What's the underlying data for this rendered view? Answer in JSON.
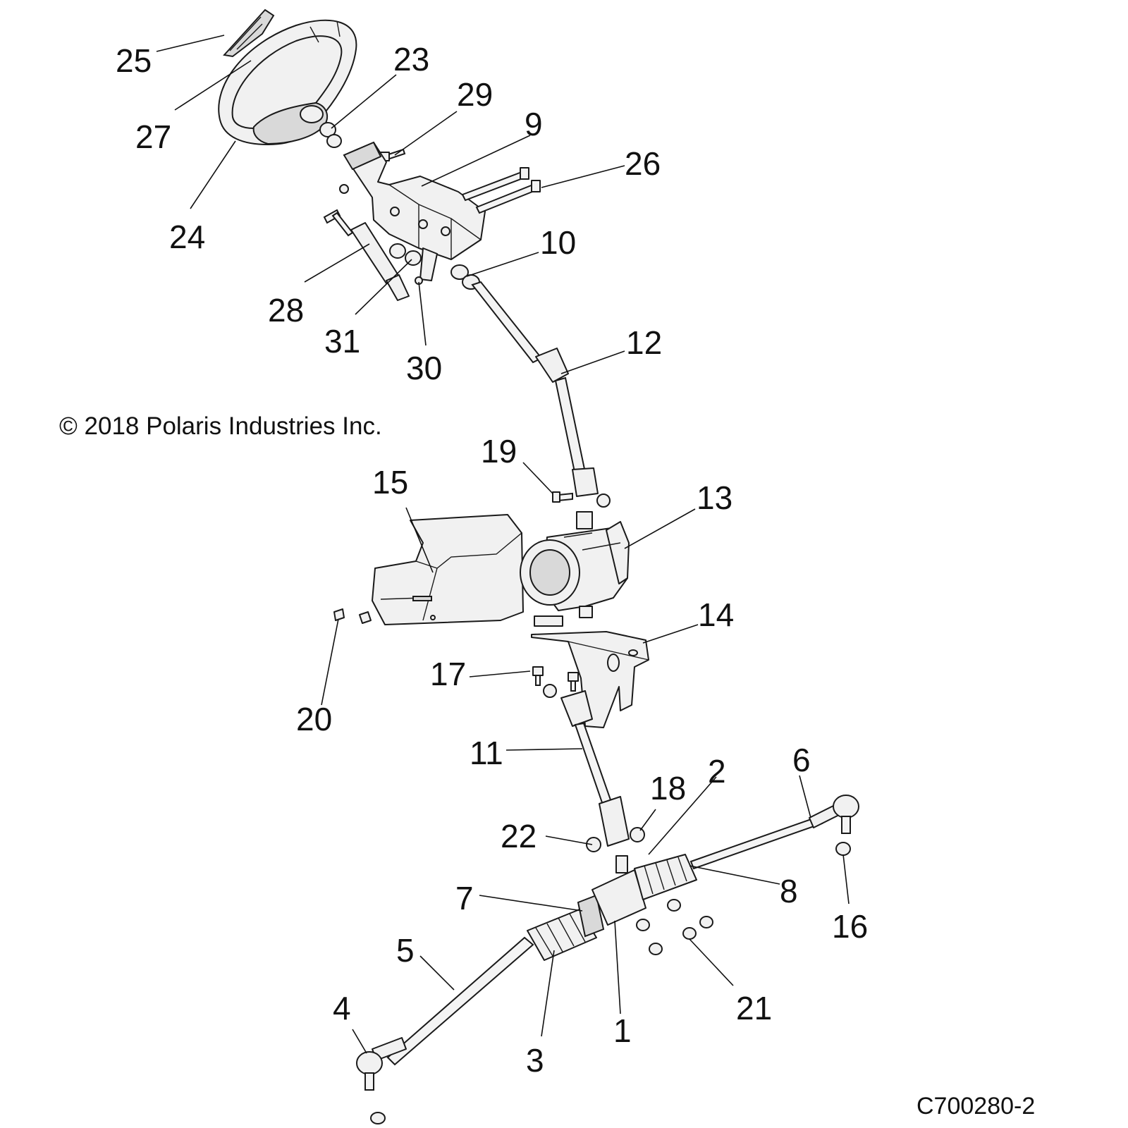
{
  "copyright": "© 2018 Polaris Industries Inc.",
  "diagram_code": "C700280-2",
  "callouts": {
    "c1": "1",
    "c2": "2",
    "c3": "3",
    "c4": "4",
    "c5": "5",
    "c6": "6",
    "c7": "7",
    "c8": "8",
    "c9": "9",
    "c10": "10",
    "c11": "11",
    "c12": "12",
    "c13": "13",
    "c14": "14",
    "c15": "15",
    "c16": "16",
    "c17": "17",
    "c18": "18",
    "c19": "19",
    "c20": "20",
    "c21": "21",
    "c22": "22",
    "c23": "23",
    "c24": "24",
    "c25": "25",
    "c26": "26",
    "c27": "27",
    "c28": "28",
    "c29": "29",
    "c30": "30",
    "c31": "31"
  }
}
